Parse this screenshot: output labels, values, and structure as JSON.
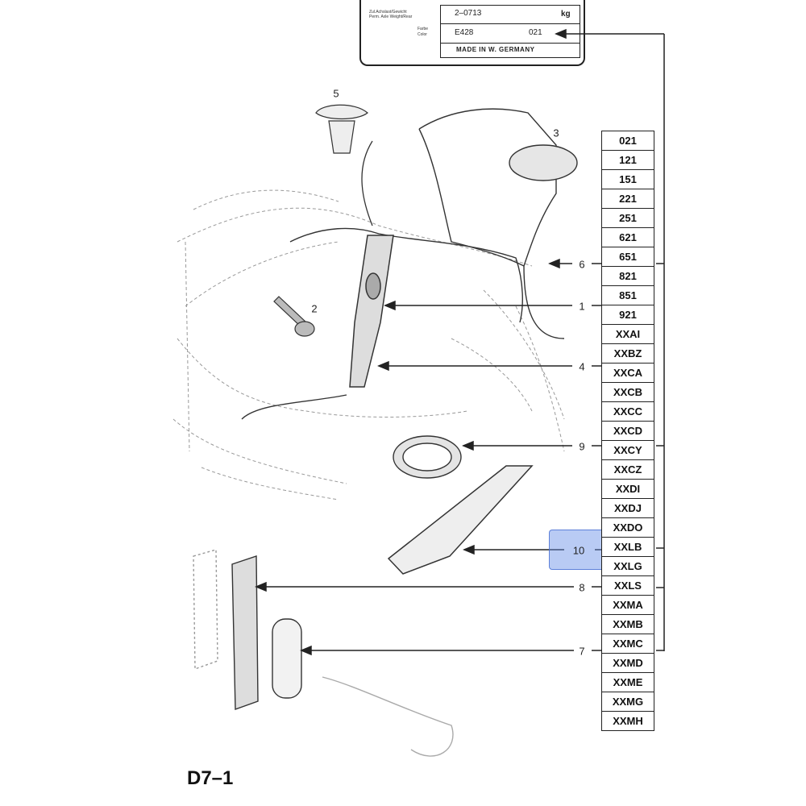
{
  "diagram_id": "D7–1",
  "plate": {
    "small_label_1": "Zul.Achslast/Gewicht",
    "small_label_2": "Perm. Axle Weight/Rear",
    "small_label_3": "Farbe",
    "small_label_4": "Color",
    "value_number": "2–0713",
    "unit": "kg",
    "paint_code": "E428",
    "color_code": "021",
    "origin": "MADE  IN  W.  GERMANY"
  },
  "callouts": [
    "1",
    "2",
    "3",
    "4",
    "5",
    "6",
    "7",
    "8",
    "9",
    "10"
  ],
  "codes": [
    "021",
    "121",
    "151",
    "221",
    "251",
    "621",
    "651",
    "821",
    "851",
    "921",
    "XXAI",
    "XXBZ",
    "XXCA",
    "XXCB",
    "XXCC",
    "XXCD",
    "XXCY",
    "XXCZ",
    "XXDI",
    "XXDJ",
    "XXDO",
    "XXLB",
    "XXLG",
    "XXLS",
    "XXMA",
    "XXMB",
    "XXMC",
    "XXMD",
    "XXME",
    "XXMG",
    "XXMH"
  ],
  "highlighted_callout": "10",
  "colors": {
    "line": "#222222",
    "highlight": "#6c8ce6"
  }
}
